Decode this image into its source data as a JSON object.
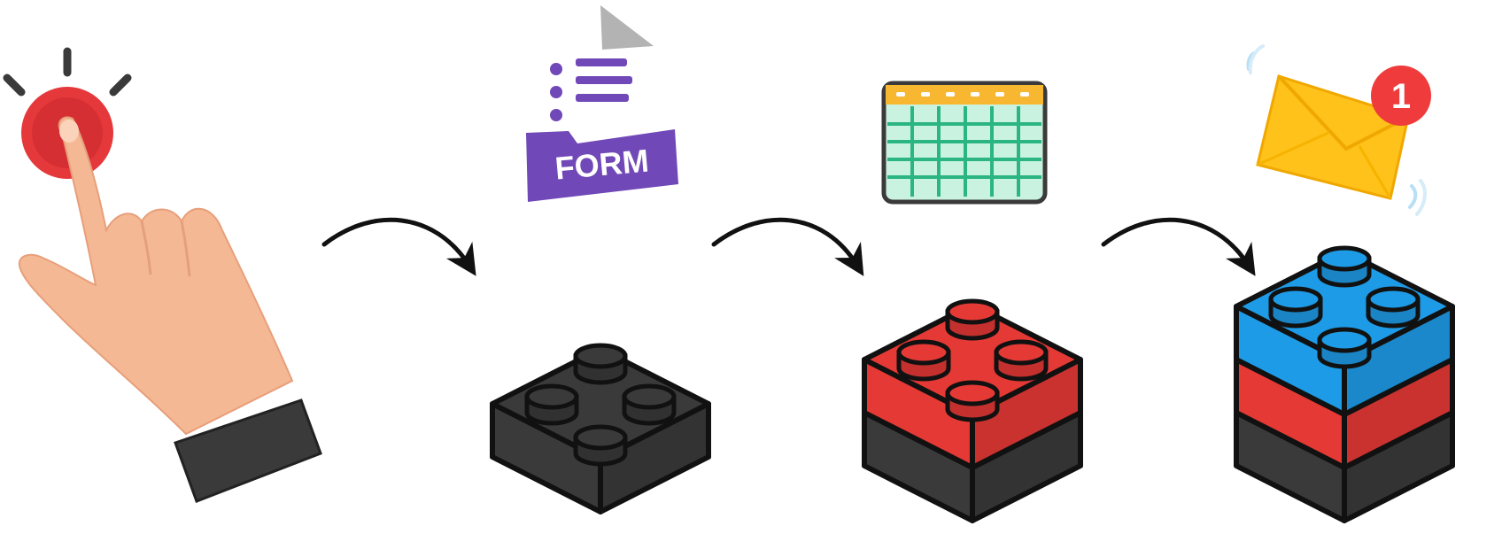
{
  "flow": {
    "trigger": {
      "icon": "hand-pressing-button-icon",
      "button_color": "#e5383b"
    },
    "steps": [
      {
        "icon": "form-icon",
        "label": "FORM",
        "color": "#7048b8",
        "brick_color": "#3a3a3a",
        "brick_layers": 1
      },
      {
        "icon": "spreadsheet-icon",
        "color": "#4cd6a8",
        "brick_color": "#e53935",
        "brick_layers": 2
      },
      {
        "icon": "email-notification-icon",
        "badge": "1",
        "color": "#ffc21a",
        "brick_color": "#1e9be6",
        "brick_layers": 3
      }
    ],
    "connector": "curved-arrow-icon"
  }
}
